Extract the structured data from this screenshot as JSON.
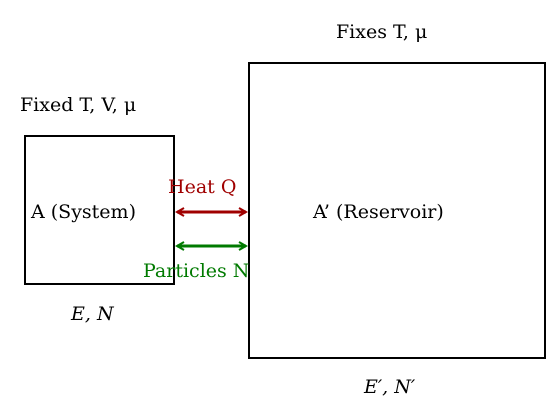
{
  "system": {
    "label": "A (System)",
    "fixed_prefix": "Fixed ",
    "fixed_vars": "T, V, μ",
    "state_vars": "E, N"
  },
  "reservoir": {
    "label": "A’ (Reservoir)",
    "fixes_prefix": "Fixes ",
    "fixes_vars": "T, μ",
    "state_vars": "E′, N′"
  },
  "exchanges": {
    "heat_label": "Heat Q",
    "particles_label": "Particles N"
  },
  "colors": {
    "heat": "#a00000",
    "particles": "#007a00",
    "outline": "#000000"
  }
}
